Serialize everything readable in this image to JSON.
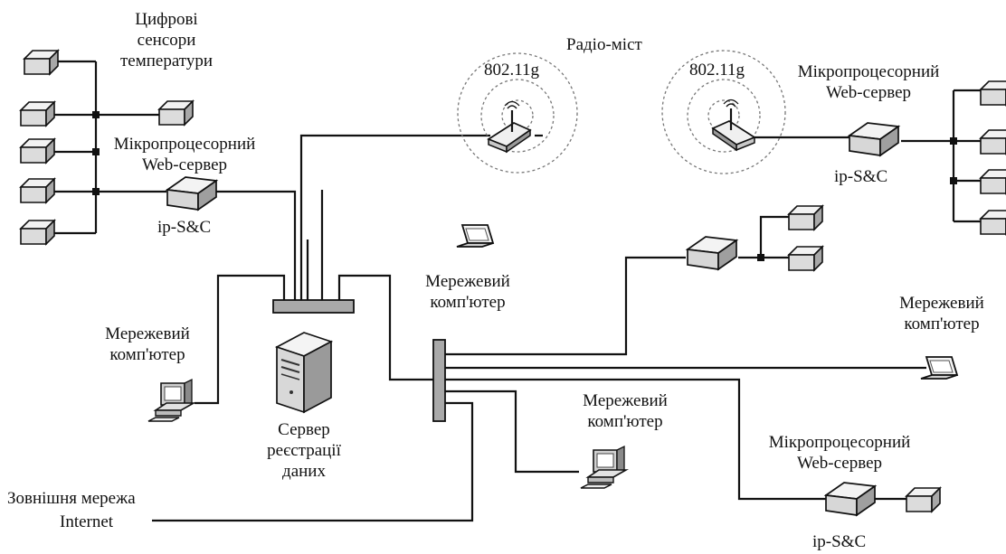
{
  "labels": {
    "sensors": [
      "Цифрові",
      "сенсори",
      "температури"
    ],
    "radio_bridge": "Радіо-міст",
    "wifi_left": "802.11g",
    "wifi_right": "802.11g",
    "web_server_left": [
      "Мікропроцесорний",
      "Web-сервер"
    ],
    "ipsc_left": "ip-S&C",
    "web_server_right": [
      "Мікропроцесорний",
      "Web-сервер"
    ],
    "ipsc_right": "ip-S&C",
    "laptop_top": [
      "Мережевий",
      "комп'ютер"
    ],
    "pc_left": [
      "Мережевий",
      "комп'ютер"
    ],
    "server": [
      "Сервер",
      "реєстрації",
      "даних"
    ],
    "laptop_right": [
      "Мережевий",
      "комп'ютер"
    ],
    "pc_bottom": [
      "Мережевий",
      "комп'ютер"
    ],
    "web_server_bottom": [
      "Мікропроцесорний",
      "Web-сервер"
    ],
    "ipsc_bottom": "ip-S&C",
    "external": [
      "Зовнішня мережа",
      "Internet"
    ]
  }
}
